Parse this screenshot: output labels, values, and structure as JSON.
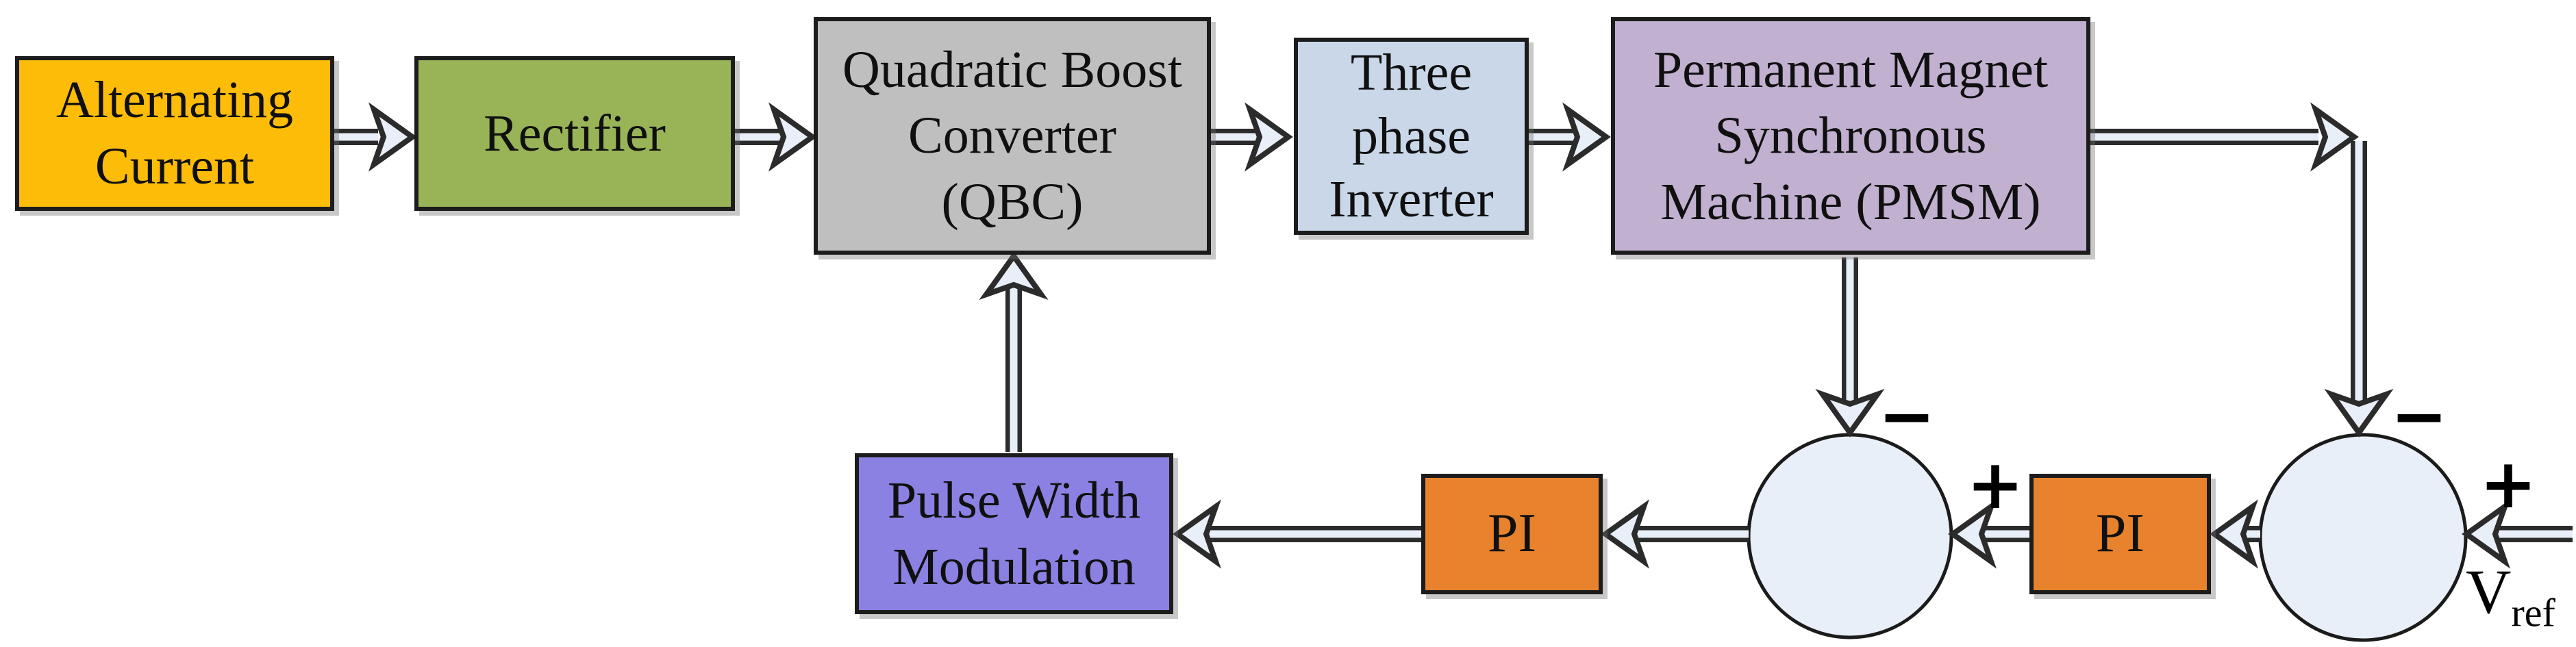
{
  "blocks": {
    "alternating_current": {
      "label": "Alternating\nCurrent",
      "fill": "#fcbc08"
    },
    "rectifier": {
      "label": "Rectifier",
      "fill": "#99b457"
    },
    "qbc": {
      "label": "Quadratic Boost\nConverter\n(QBC)",
      "fill": "#bfbfbf"
    },
    "three_phase_inverter": {
      "label": "Three\nphase\nInverter",
      "fill": "#c9d7e8"
    },
    "pmsm": {
      "label": "Permanent Magnet\nSynchronous\nMachine (PMSM)",
      "fill": "#c1b0d0"
    },
    "pwm": {
      "label": "Pulse Width\nModulation",
      "fill": "#8b81e2"
    },
    "pi_left": {
      "label": "PI",
      "fill": "#e8822d"
    },
    "pi_right": {
      "label": "PI",
      "fill": "#e8822d"
    }
  },
  "junctions": {
    "left": {
      "top_sign": "−",
      "right_sign": "+"
    },
    "right": {
      "top_sign": "−",
      "right_sign": "+"
    }
  },
  "reference_label": {
    "base": "V",
    "subscript": "ref"
  },
  "colors": {
    "junction_fill": "#e9eff8",
    "arrow_fill": "#e9eff8",
    "arrow_outline": "#2b2b2b",
    "block_border": "#1c1c1c",
    "text": "#101010"
  }
}
